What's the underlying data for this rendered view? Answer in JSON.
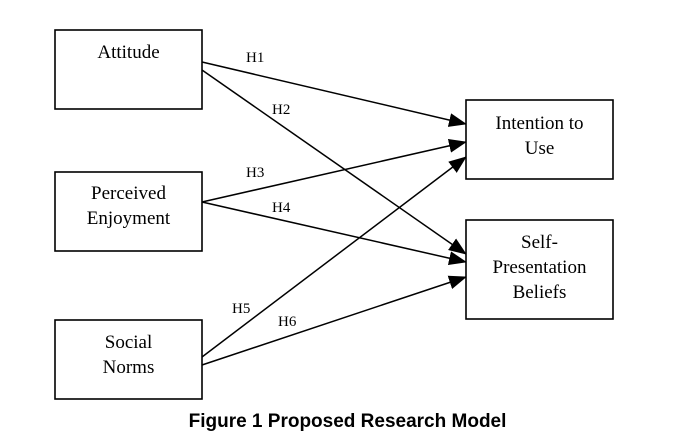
{
  "caption": "Figure 1 Proposed Research Model",
  "nodes": [
    {
      "id": "attitude",
      "lines": [
        "Attitude"
      ]
    },
    {
      "id": "perceived-enjoyment",
      "lines": [
        "Perceived",
        "Enjoyment"
      ]
    },
    {
      "id": "social-norms",
      "lines": [
        "Social",
        "Norms"
      ]
    },
    {
      "id": "intention-to-use",
      "lines": [
        "Intention to",
        "Use"
      ]
    },
    {
      "id": "self-presentation-beliefs",
      "lines": [
        "Self-",
        "Presentation",
        "Beliefs"
      ]
    }
  ],
  "edges": [
    {
      "label": "H1",
      "from": "attitude",
      "to": "intention-to-use"
    },
    {
      "label": "H2",
      "from": "attitude",
      "to": "self-presentation-beliefs"
    },
    {
      "label": "H3",
      "from": "perceived-enjoyment",
      "to": "intention-to-use"
    },
    {
      "label": "H4",
      "from": "perceived-enjoyment",
      "to": "self-presentation-beliefs"
    },
    {
      "label": "H5",
      "from": "social-norms",
      "to": "intention-to-use"
    },
    {
      "label": "H6",
      "from": "social-norms",
      "to": "self-presentation-beliefs"
    }
  ]
}
